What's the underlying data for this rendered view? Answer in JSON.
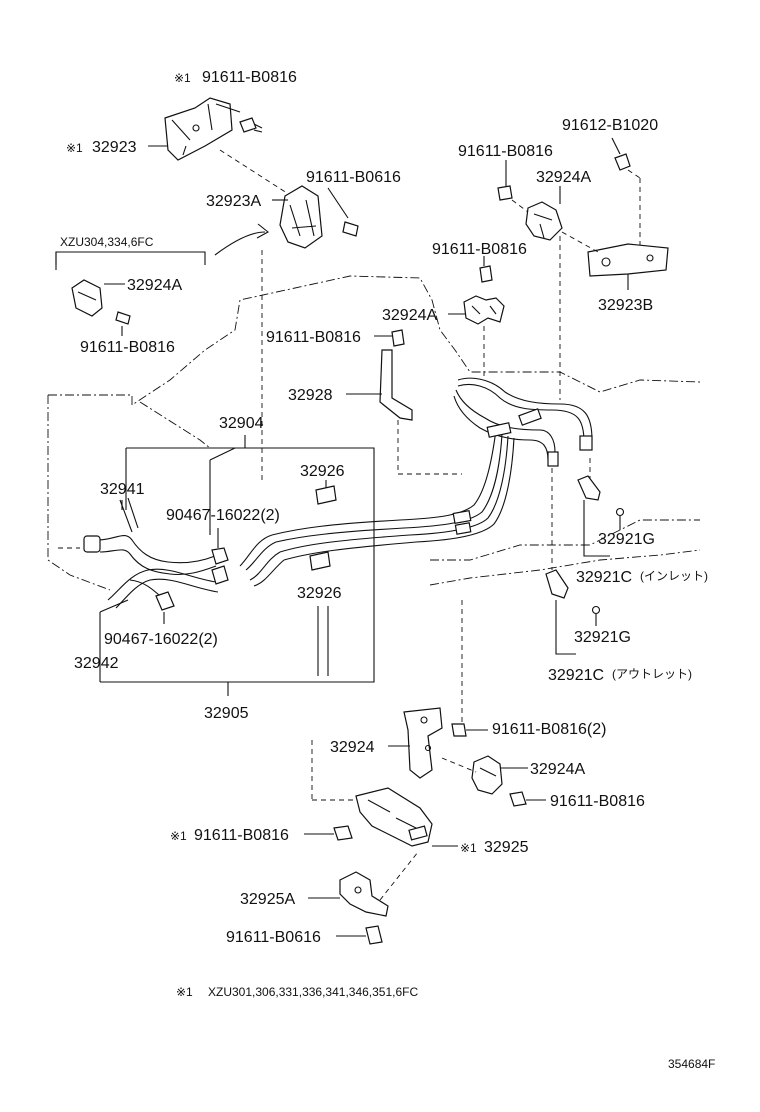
{
  "labels": {
    "l_91611_b0816_top": "91611-B0816",
    "l_32923": "32923",
    "l_91611_b0616_top": "91611-B0616",
    "l_32923a": "32923A",
    "l_xzu304": "XZU304,334,6FC",
    "l_32924a_left": "32924A",
    "l_91611_b0816_left": "91611-B0816",
    "l_91612_b1020": "91612-B1020",
    "l_91611_b0816_r1": "91611-B0816",
    "l_32924a_r1": "32924A",
    "l_91611_b0816_r2": "91611-B0816",
    "l_32923b": "32923B",
    "l_32924a_mid": "32924A",
    "l_91611_b0816_mid": "91611-B0816",
    "l_32928": "32928",
    "l_32904": "32904",
    "l_32941": "32941",
    "l_32926_top": "32926",
    "l_90467_top": "90467-16022(2)",
    "l_32926_bot": "32926",
    "l_90467_bot": "90467-16022(2)",
    "l_32942": "32942",
    "l_32905": "32905",
    "l_32921g_1": "32921G",
    "l_32921c_1": "32921C",
    "l_inlet": "(インレット)",
    "l_32921g_2": "32921G",
    "l_32921c_2": "32921C",
    "l_outlet": "(アウトレット)",
    "l_91611_b0816_2": "91611-B0816(2)",
    "l_32924": "32924",
    "l_32924a_low": "32924A",
    "l_91611_b0816_low": "91611-B0816",
    "l_91611_b0816_star": "91611-B0816",
    "l_32925": "32925",
    "l_32925a": "32925A",
    "l_91611_b0616_bot": "91611-B0616"
  },
  "note_marks": {
    "m1": "※1",
    "m2": "※1",
    "m3": "※1",
    "m4": "※1"
  },
  "footnote": {
    "mark": "※1",
    "text": "XZU301,306,331,336,341,346,351,6FC"
  },
  "figure_id": "354684F"
}
